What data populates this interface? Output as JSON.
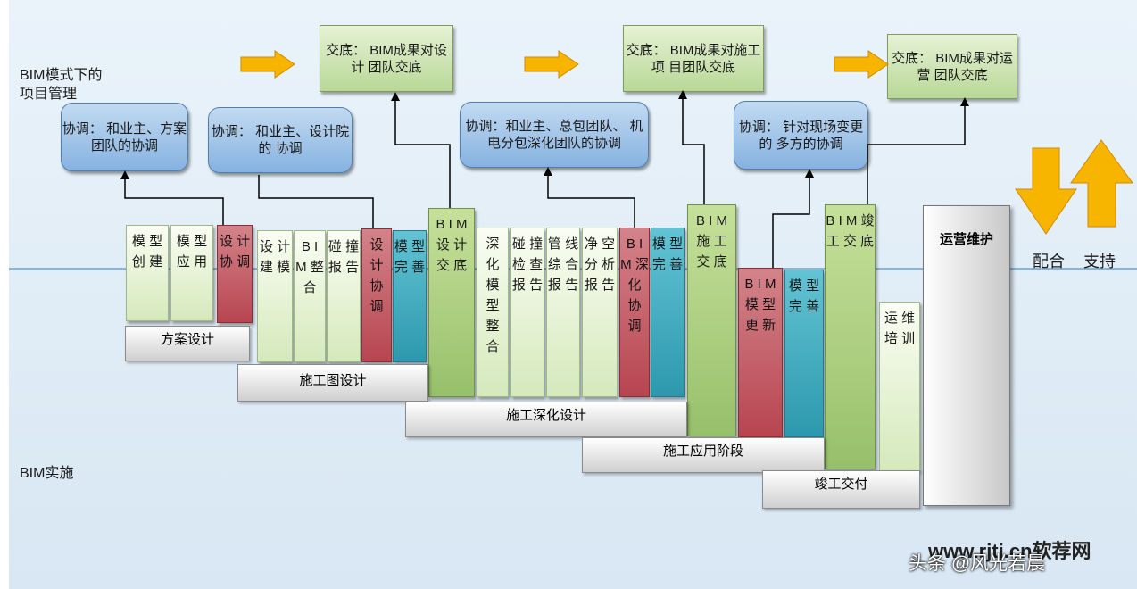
{
  "titles": {
    "top": "BIM模式下的\n项目管理",
    "bottom": "BIM实施"
  },
  "handovers": [
    "交底：\nBIM成果对设计\n团队交底",
    "交底：\nBIM成果对施工项\n目团队交底",
    "交底：\nBIM成果对运营\n团队交底"
  ],
  "coordinations": [
    "协调：\n和业主、方案\n团队的协调",
    "协调：\n和业主、设计院的\n协调",
    "协调：和业主、总包团队、\n机电分包深化团队的协调",
    "协调：\n针对现场变更的\n多方的协调"
  ],
  "columns": [
    "模\n型\n创\n建",
    "模\n型\n应\n用",
    "设\n计\n协\n调",
    "设\n计\n建\n模",
    "B\nI\nM\n整\n合",
    "碰\n撞\n报\n告",
    "设\n计\n协\n调",
    "模\n型\n完\n善",
    "B\nI\nM\n设\n计\n交\n底",
    "深\n化\n模\n型\n整\n合",
    "碰\n撞\n检\n查\n报\n告",
    "管\n线\n综\n合\n报\n告",
    "净\n空\n分\n析\n报\n告",
    "B\nI\nM\n深\n化\n协\n调",
    "模\n型\n完\n善",
    "B\nI\nM\n施\n工\n交\n底",
    "B\nI\nM\n模\n型\n更\n新",
    "模\n型\n完\n善",
    "B\nI\nM\n竣\n工\n交\n底",
    "运\n维\n培\n训"
  ],
  "phases": [
    "方案设计",
    "施工图设计",
    "施工深化设计",
    "施工应用阶段",
    "竣工交付"
  ],
  "operations": "运营维护",
  "side": {
    "cooperate": "配合",
    "support": "支持"
  },
  "watermark": {
    "site": "www.rjtj.cn软荐网",
    "author": "头条 @风光若晨"
  },
  "colors": {
    "arrow": "#f7b500",
    "red": "#c0504d",
    "teal": "#4bacc6",
    "green": "#9bbb59",
    "blue": "#8db4e2"
  }
}
